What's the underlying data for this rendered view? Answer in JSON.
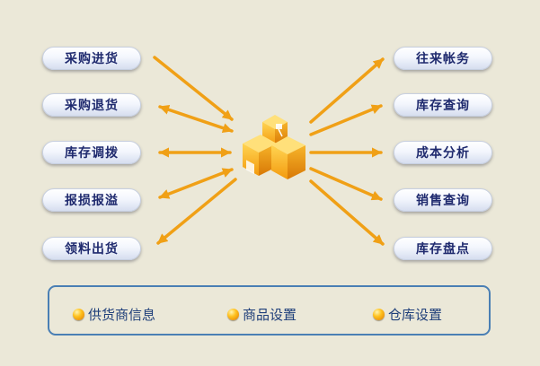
{
  "left_buttons": [
    "采购进货",
    "采购退货",
    "库存调拨",
    "报损报溢",
    "领料出货"
  ],
  "right_buttons": [
    "往来帐务",
    "库存查询",
    "成本分析",
    "销售查询",
    "库存盘点"
  ],
  "settings": [
    "供货商信息",
    "商品设置",
    "仓库设置"
  ],
  "colors": {
    "background": "#ebe8d8",
    "button_text": "#1f2a6e",
    "arrow": "#f0a016",
    "panel_border": "#4a7fb4",
    "settings_text": "#1f3f7a"
  },
  "icons": {
    "center": "warehouse-boxes-icon",
    "setting_bullet": "orange-dot-icon"
  }
}
